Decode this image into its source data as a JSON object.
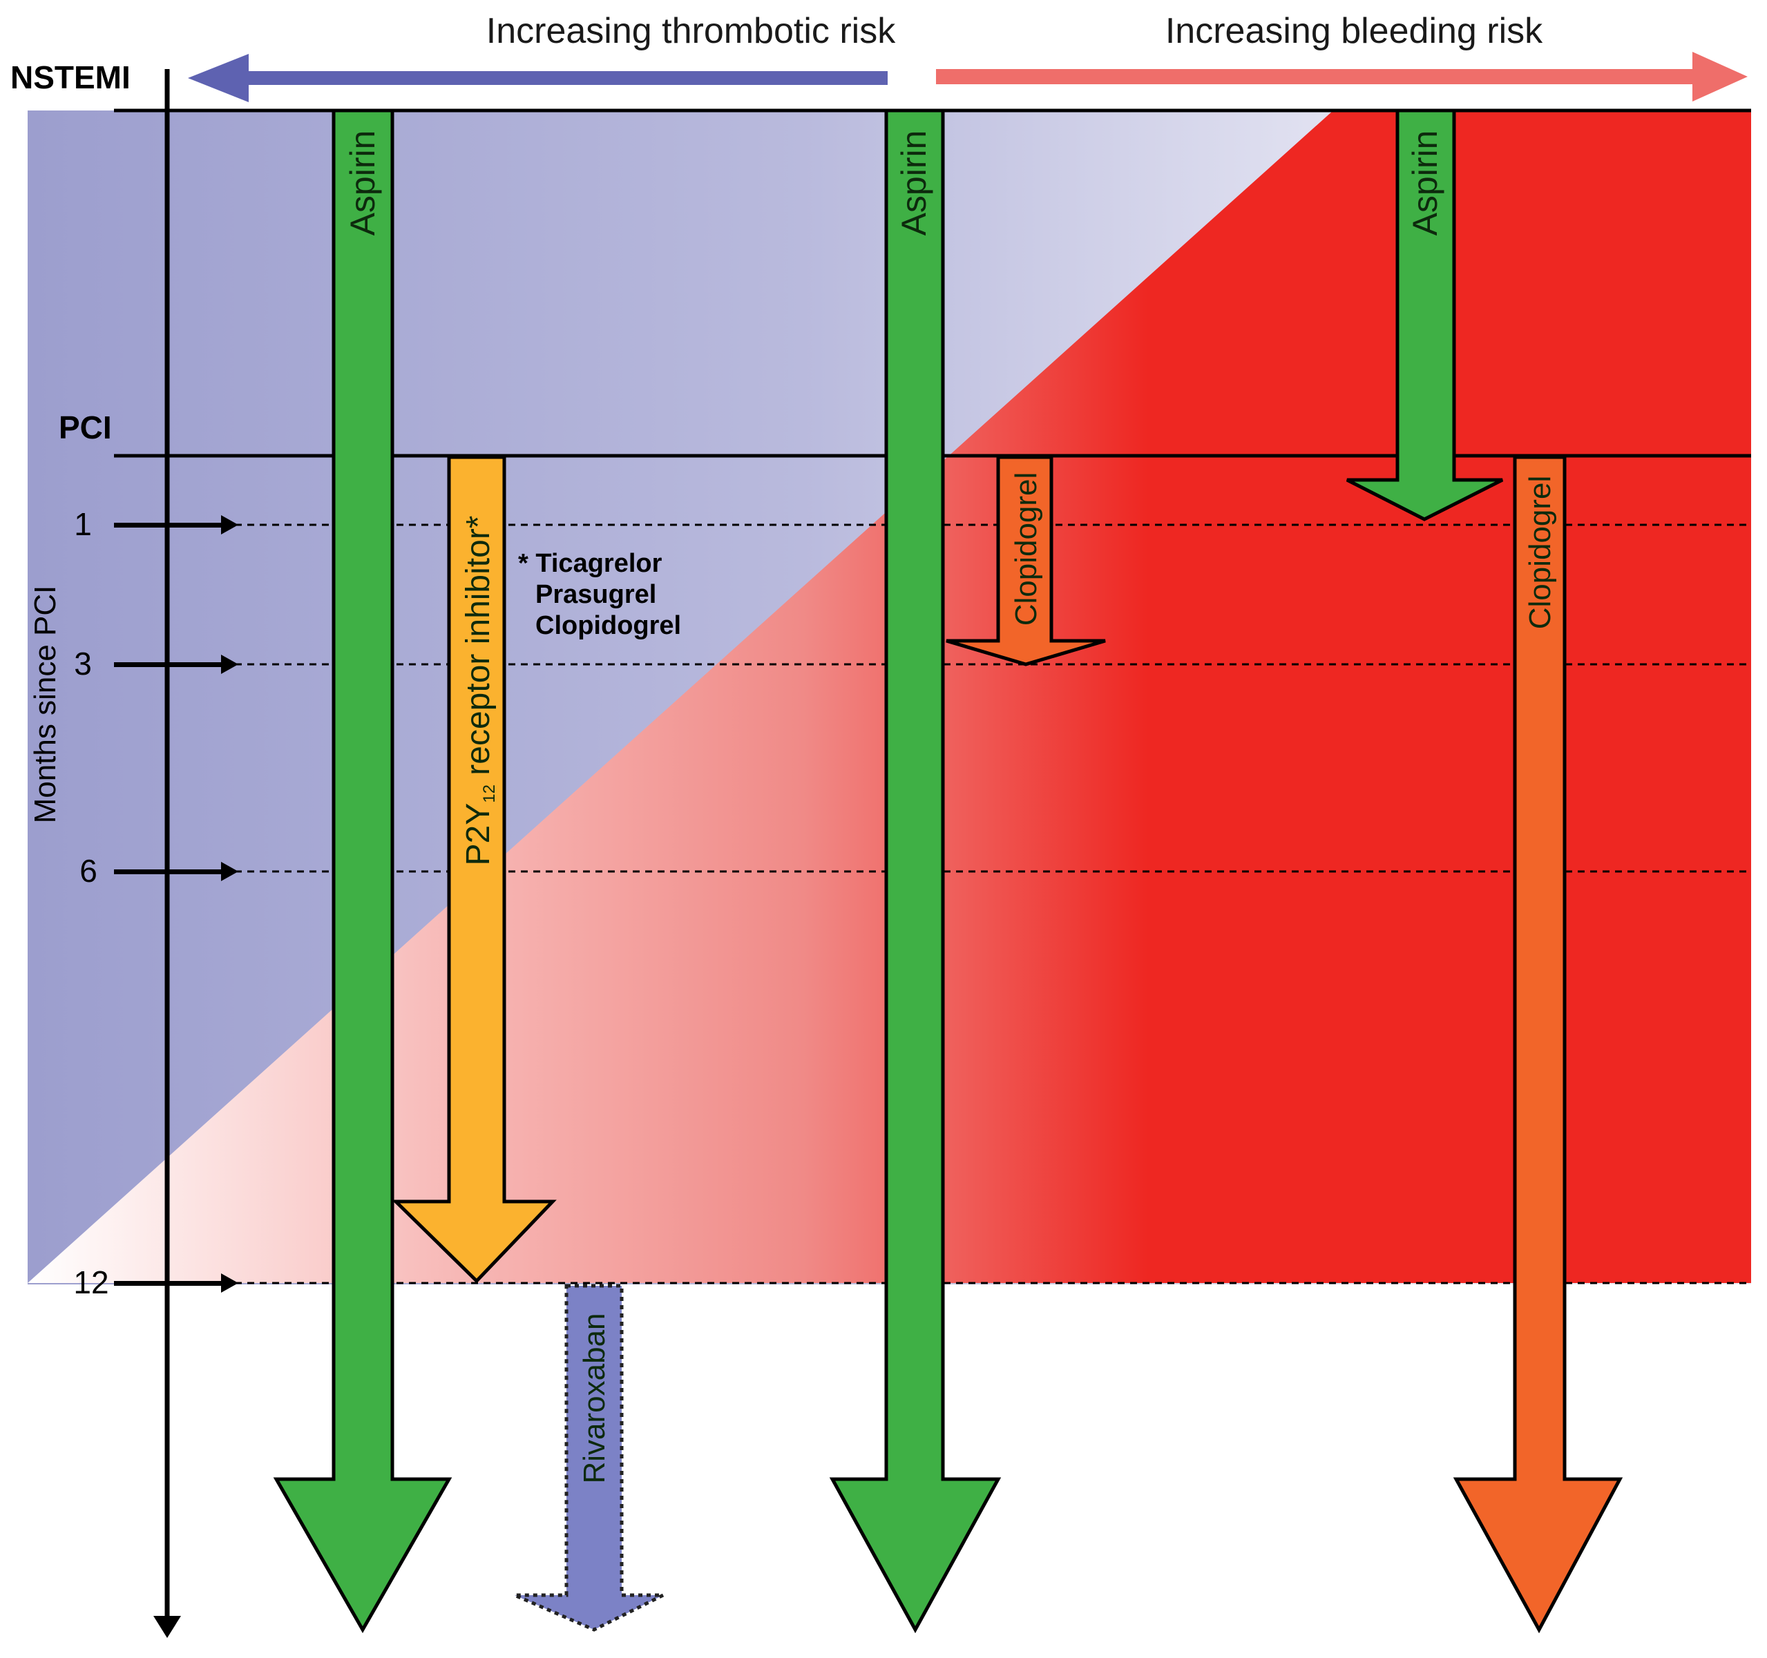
{
  "header": {
    "left_label": "Increasing thrombotic risk",
    "right_label": "Increasing bleeding risk"
  },
  "axis": {
    "title": "Months since PCI",
    "event_nstemi": "NSTEMI",
    "event_pci": "PCI",
    "ticks": [
      "1",
      "3",
      "6",
      "12"
    ]
  },
  "drugs": {
    "aspirin_1": "Aspirin",
    "aspirin_2": "Aspirin",
    "aspirin_3": "Aspirin",
    "p2y12_prefix": "P2Y",
    "p2y12_sub": "12",
    "p2y12_suffix": " receptor inhibitor*",
    "clopidogrel_short": "Clopidogrel",
    "clopidogrel_long": "Clopidogrel",
    "rivaroxaban": "Rivaroxaban"
  },
  "footnote": {
    "line1": "* Ticagrelor",
    "line2": "Prasugrel",
    "line3": "Clopidogrel"
  },
  "colors": {
    "thrombotic": "#9c9ece",
    "bleeding": "#ee2722",
    "aspirin": "#3fb045",
    "p2y12": "#fbb22f",
    "clopidogrel": "#f26529",
    "rivaroxaban": "#7c82c6",
    "arrow_blue": "#5e62b1",
    "arrow_red": "#ef6e6a"
  }
}
